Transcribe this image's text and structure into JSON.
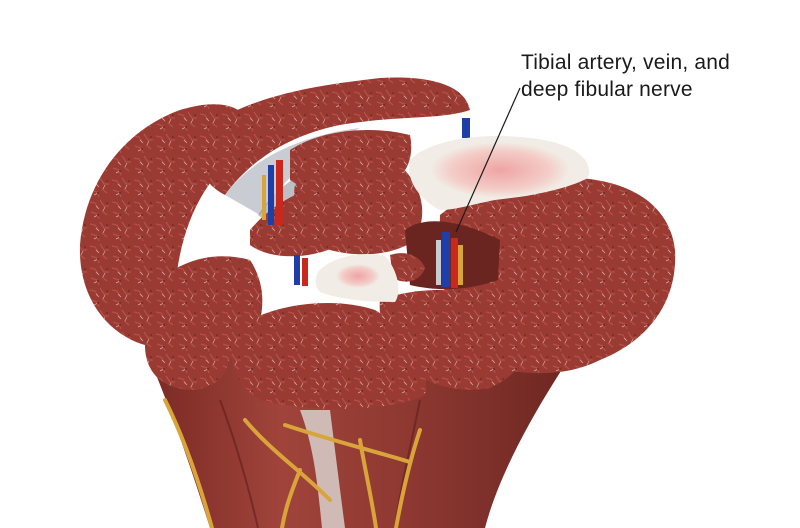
{
  "annotation": {
    "lines": [
      "Tibial artery, vein, and",
      "deep fibular nerve"
    ]
  },
  "colors": {
    "background": "#ffffff",
    "muscle": "#9a3b33",
    "muscle_dark": "#6e2621",
    "fascia": "#c9ccd2",
    "bone": "#f1ede6",
    "marrow": "#ee9c9c",
    "artery": "#c8281e",
    "vein": "#1f3ea8",
    "nerve": "#d9a53a",
    "label_text": "#1a1a1a"
  },
  "icons": [
    "leg-cross-section-illustration"
  ]
}
